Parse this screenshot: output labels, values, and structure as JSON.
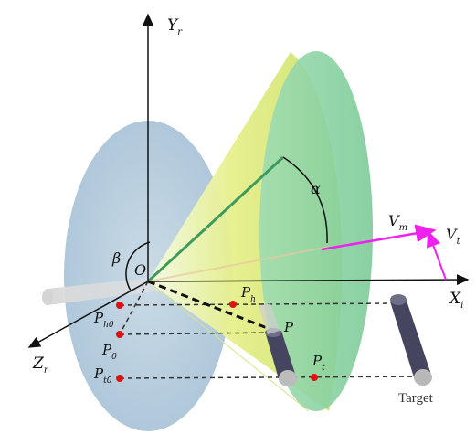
{
  "axes": {
    "y": {
      "main": "Y",
      "sub": "r"
    },
    "x": {
      "main": "X",
      "sub": "i"
    },
    "z": {
      "main": "Z",
      "sub": "r"
    }
  },
  "angles": {
    "alpha": "α",
    "beta": "β"
  },
  "origin": "O",
  "velocities": {
    "missile": {
      "main": "V",
      "sub": "m"
    },
    "target": {
      "main": "V",
      "sub": "t"
    }
  },
  "points": {
    "ph": {
      "main": "P",
      "sub": "h"
    },
    "ph0": {
      "main": "P",
      "sub": "h0"
    },
    "p0": {
      "main": "P",
      "sub": "0"
    },
    "pt0": {
      "main": "P",
      "sub": "t0"
    },
    "p": {
      "main": "P",
      "sub": ""
    },
    "pt": {
      "main": "P",
      "sub": "t"
    }
  },
  "target_label": "Target",
  "colors": {
    "disk": "#b9cfdf",
    "cone_yellow": "#e6ef8a",
    "cone_green": "#8fd5a8",
    "velocity": "#ee22ee",
    "point": "#dd1111",
    "cylinder": "#45455f",
    "cone_axis": "#3f9a5e"
  }
}
